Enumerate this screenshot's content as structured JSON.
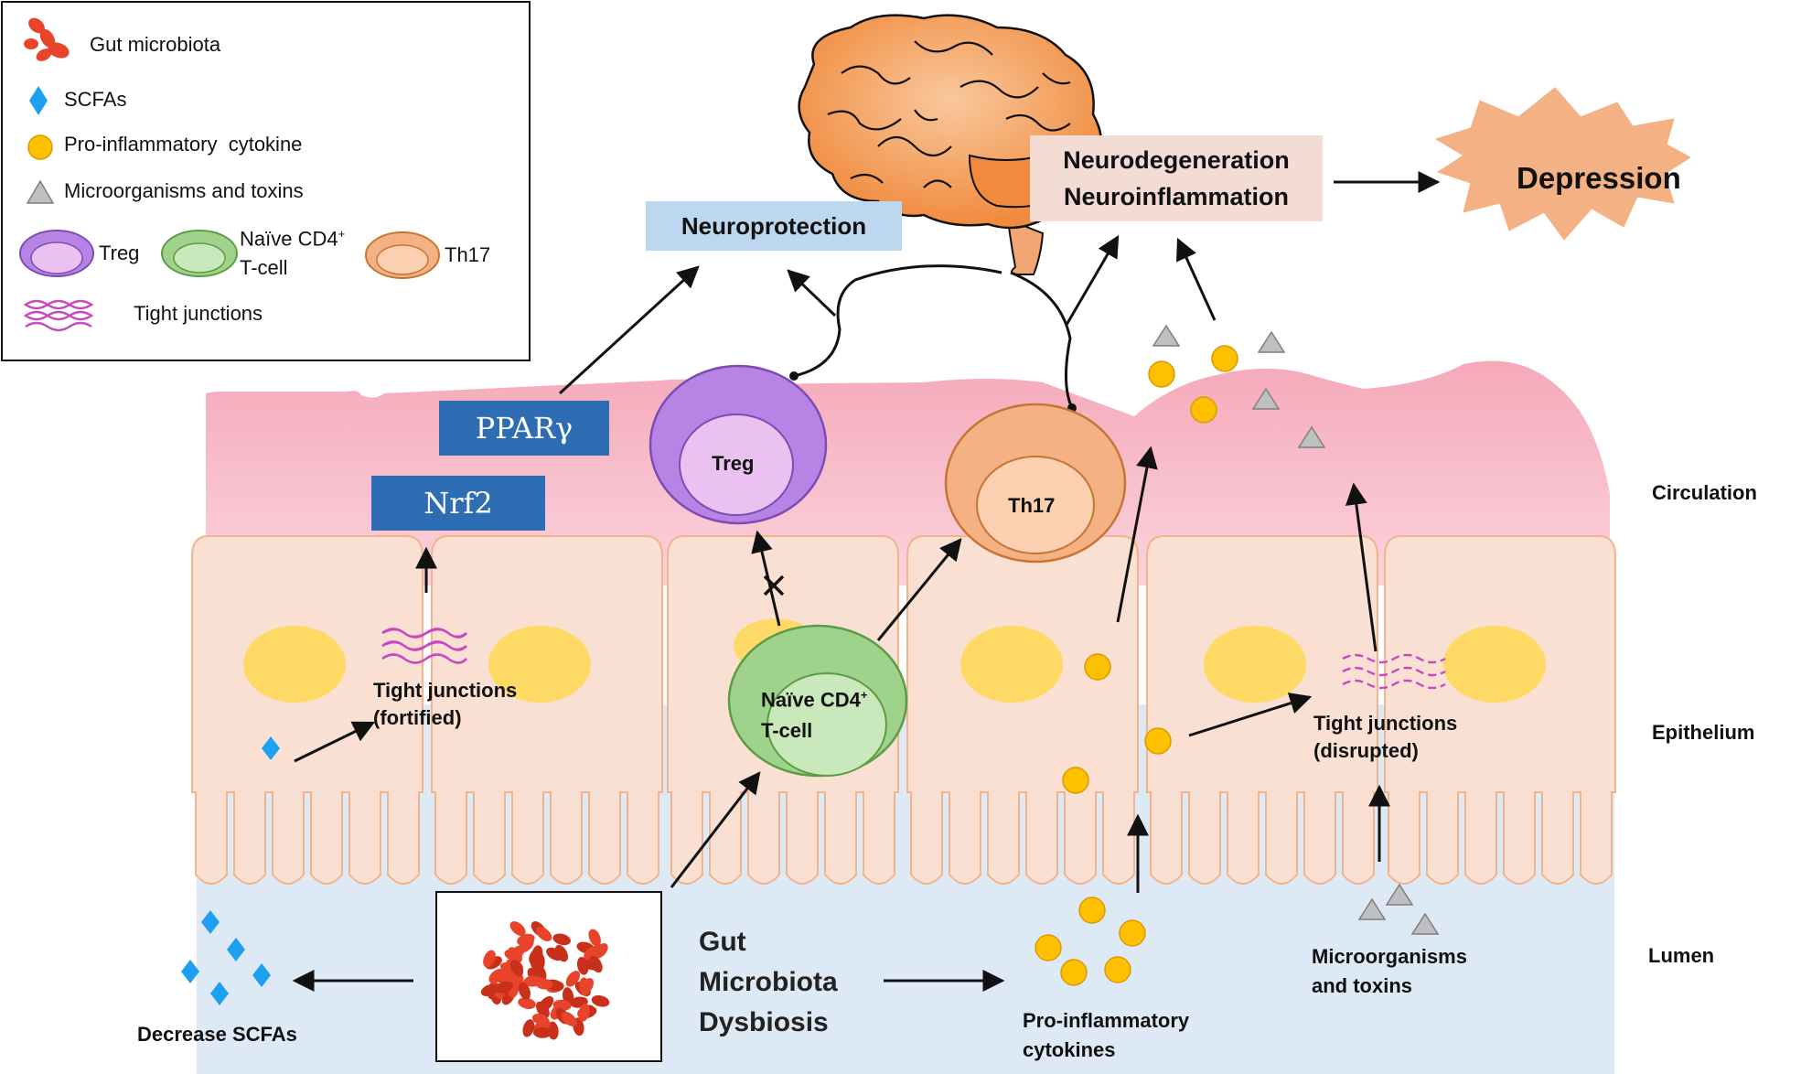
{
  "legend": {
    "gut_microbiota": "Gut microbiota",
    "scfas": "SCFAs",
    "cytokine": "Pro-inflammatory  cytokine",
    "microorganisms": "Microorganisms and toxins",
    "treg": "Treg",
    "naive_line1": "Naïve CD4",
    "naive_sup": "+",
    "naive_line2": "T-cell",
    "th17": "Th17",
    "tight_junctions": "Tight junctions"
  },
  "top": {
    "neuroprotection": "Neuroprotection",
    "neuro_line1": "Neurodegeneration",
    "neuro_line2": "Neuroinflammation",
    "depression": "Depression"
  },
  "layers": {
    "circulation": "Circulation",
    "epithelium": "Epithelium",
    "lumen": "Lumen"
  },
  "factors": {
    "ppar": "PPARγ",
    "nrf2": "Nrf2"
  },
  "cells": {
    "treg": "Treg",
    "th17": "Th17",
    "naive_line1": "Naïve CD4",
    "naive_sup": "+",
    "naive_line2": "T-cell"
  },
  "labels": {
    "tj_fortified_1": "Tight junctions",
    "tj_fortified_2": "(fortified)",
    "tj_disrupted_1": "Tight junctions",
    "tj_disrupted_2": "(disrupted)",
    "dysbiosis_1": "Gut",
    "dysbiosis_2": "Microbiota",
    "dysbiosis_3": "Dysbiosis",
    "decrease_scfas": "Decrease SCFAs",
    "cytokines_1": "Pro-inflammatory",
    "cytokines_2": "cytokines",
    "micro_1": "Microorganisms",
    "micro_2": "and toxins"
  },
  "colors": {
    "circulation_pink": "#f7b9c5",
    "epithelial_cell": "#f9e0d2",
    "lumen_blue": "#dde9f5",
    "nucleus_yellow": "#ffd966",
    "factor_blue": "#2e6db4",
    "treg_purple": "#b784e6",
    "naive_green": "#9fd28a",
    "th17_orange": "#f4b183",
    "microbe_red": "#e8442b",
    "scfa_blue": "#1ea0f0",
    "cytokine_gold": "#ffc000",
    "toxin_gray": "#bfbfbf"
  }
}
